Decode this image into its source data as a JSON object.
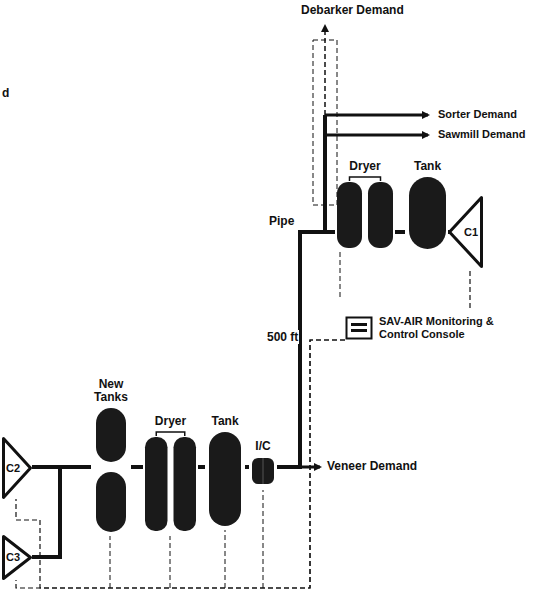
{
  "diagram": {
    "nodes": [
      {
        "text": [
          "Dryer"
        ]
      },
      {
        "text": [
          "Tank"
        ]
      },
      {
        "text": [
          "C1"
        ]
      },
      {
        "text": [
          "SAV-AIR Monitoring & Control Console"
        ]
      },
      {
        "text": [
          "New Tanks"
        ]
      },
      {
        "text": [
          "Dryer"
        ]
      },
      {
        "text": [
          "Tank"
        ]
      },
      {
        "text": [
          "I/C"
        ]
      },
      {
        "text": [
          "C2"
        ]
      },
      {
        "text": [
          "C3"
        ]
      }
    ],
    "edges": [
      {
        "from": 8,
        "to": 4,
        "arrow": "none"
      },
      {
        "from": 9,
        "to": 4,
        "arrow": "none"
      },
      {
        "from": 4,
        "to": 5,
        "arrow": "none"
      },
      {
        "from": 5,
        "to": 6,
        "arrow": "none"
      },
      {
        "from": 6,
        "to": 7,
        "arrow": "none"
      },
      {
        "from": 2,
        "to": 1,
        "arrow": "none"
      },
      {
        "from": 1,
        "to": 0,
        "arrow": "none"
      },
      {
        "from": 0,
        "to": 7,
        "arrow": "none"
      },
      {
        "from": 3,
        "to": 2,
        "arrow": "none"
      },
      {
        "from": 3,
        "to": 8,
        "arrow": "none"
      },
      {
        "from": 3,
        "to": 9,
        "arrow": "none"
      }
    ],
    "labels": [
      "d",
      "Debarker Demand",
      "Sorter Demand",
      "Sawmill Demand",
      "Pipe",
      "500 ft",
      "Veneer Demand"
    ]
  }
}
